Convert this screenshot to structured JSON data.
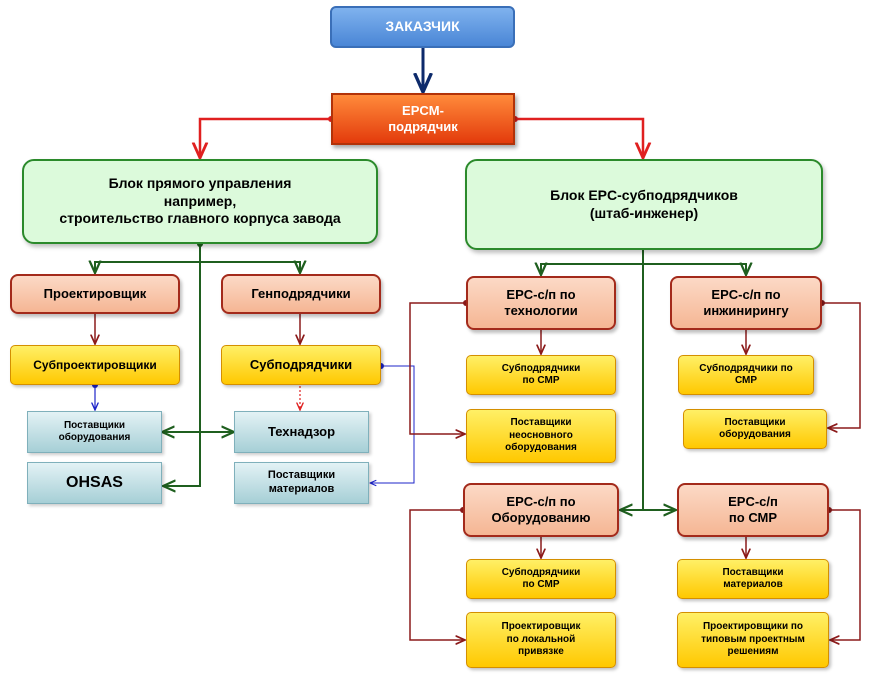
{
  "nodes": {
    "customer": "ЗАКАЗЧИК",
    "epcm": "EPCM-\nподрядчик",
    "direct_block": "Блок прямого управления\nнапример,\nстроительство главного корпуса завода",
    "epc_block": "Блок EPC-субподрядчиков\n(штаб-инженер)",
    "designer": "Проектировщик",
    "general_contractors": "Генподрядчики",
    "subdesigners": "Субпроектировщики",
    "subcontractors": "Субподрядчики",
    "equipment_suppliers": "Поставщики\nоборудования",
    "tech_supervision": "Технадзор",
    "ohsas": "OHSAS",
    "material_suppliers": "Поставщики\nматериалов",
    "epc_technology": "EPC-с/п по\nтехнологии",
    "epc_tech_subcontractors": "Субподрядчики\nпо СМР",
    "epc_tech_suppliers": "Поставщики\nнеосновного\nоборудования",
    "epc_engineering": "EPC-с/п по\nинжинирингу",
    "epc_eng_subcontractors": "Субподрядчики по\nСМР",
    "epc_eng_suppliers": "Поставщики\nоборудования",
    "epc_equipment": "EPC-с/п по\nОборудованию",
    "epc_equip_subcontractors": "Субподрядчики\nпо СМР",
    "epc_equip_designer": "Проектировщик\nпо локальной\nпривязке",
    "epc_cmr": "EPC-с/п\nпо СМР",
    "epc_cmr_suppliers": "Поставщики\nматериалов",
    "epc_cmr_designers": "Проектировщики по\nтиповым проектным\nрешениям"
  },
  "colors": {
    "dark_blue": "#0d2a6b",
    "red": "#e02020",
    "green": "#1f5f1f",
    "dark_red": "#8b1a1a",
    "blue": "#1d24c8"
  }
}
